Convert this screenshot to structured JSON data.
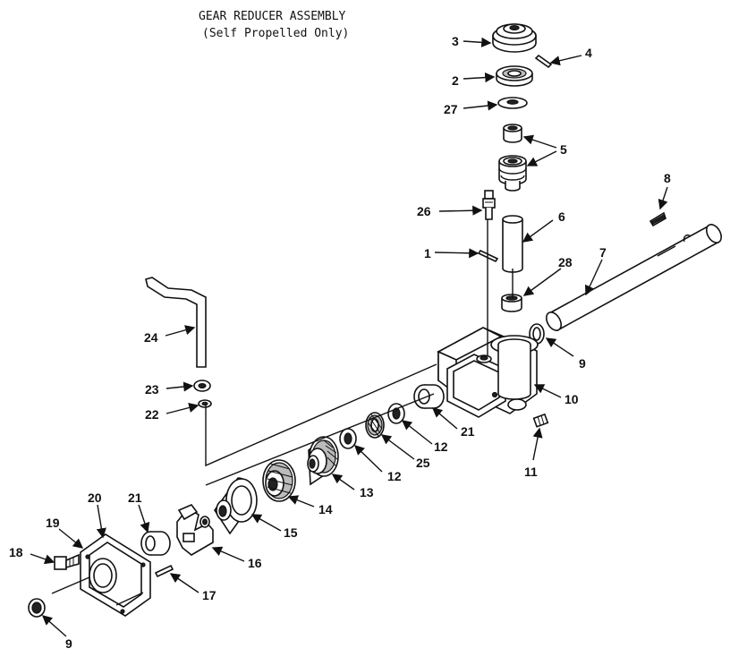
{
  "title": {
    "line1": "GEAR REDUCER ASSEMBLY",
    "line2": "(Self Propelled Only)"
  },
  "callouts": [
    {
      "id": "c-3",
      "label": "3"
    },
    {
      "id": "c-4",
      "label": "4"
    },
    {
      "id": "c-2",
      "label": "2"
    },
    {
      "id": "c-27",
      "label": "27"
    },
    {
      "id": "c-5",
      "label": "5"
    },
    {
      "id": "c-8",
      "label": "8"
    },
    {
      "id": "c-26",
      "label": "26"
    },
    {
      "id": "c-6",
      "label": "6"
    },
    {
      "id": "c-1",
      "label": "1"
    },
    {
      "id": "c-7",
      "label": "7"
    },
    {
      "id": "c-28",
      "label": "28"
    },
    {
      "id": "c-24",
      "label": "24"
    },
    {
      "id": "c-9a",
      "label": "9"
    },
    {
      "id": "c-10",
      "label": "10"
    },
    {
      "id": "c-23",
      "label": "23"
    },
    {
      "id": "c-22",
      "label": "22"
    },
    {
      "id": "c-21a",
      "label": "21"
    },
    {
      "id": "c-12a",
      "label": "12"
    },
    {
      "id": "c-11",
      "label": "11"
    },
    {
      "id": "c-25",
      "label": "25"
    },
    {
      "id": "c-12b",
      "label": "12"
    },
    {
      "id": "c-13",
      "label": "13"
    },
    {
      "id": "c-14",
      "label": "14"
    },
    {
      "id": "c-20",
      "label": "20"
    },
    {
      "id": "c-21b",
      "label": "21"
    },
    {
      "id": "c-15",
      "label": "15"
    },
    {
      "id": "c-19",
      "label": "19"
    },
    {
      "id": "c-18",
      "label": "18"
    },
    {
      "id": "c-16",
      "label": "16"
    },
    {
      "id": "c-17",
      "label": "17"
    },
    {
      "id": "c-9b",
      "label": "9"
    }
  ]
}
